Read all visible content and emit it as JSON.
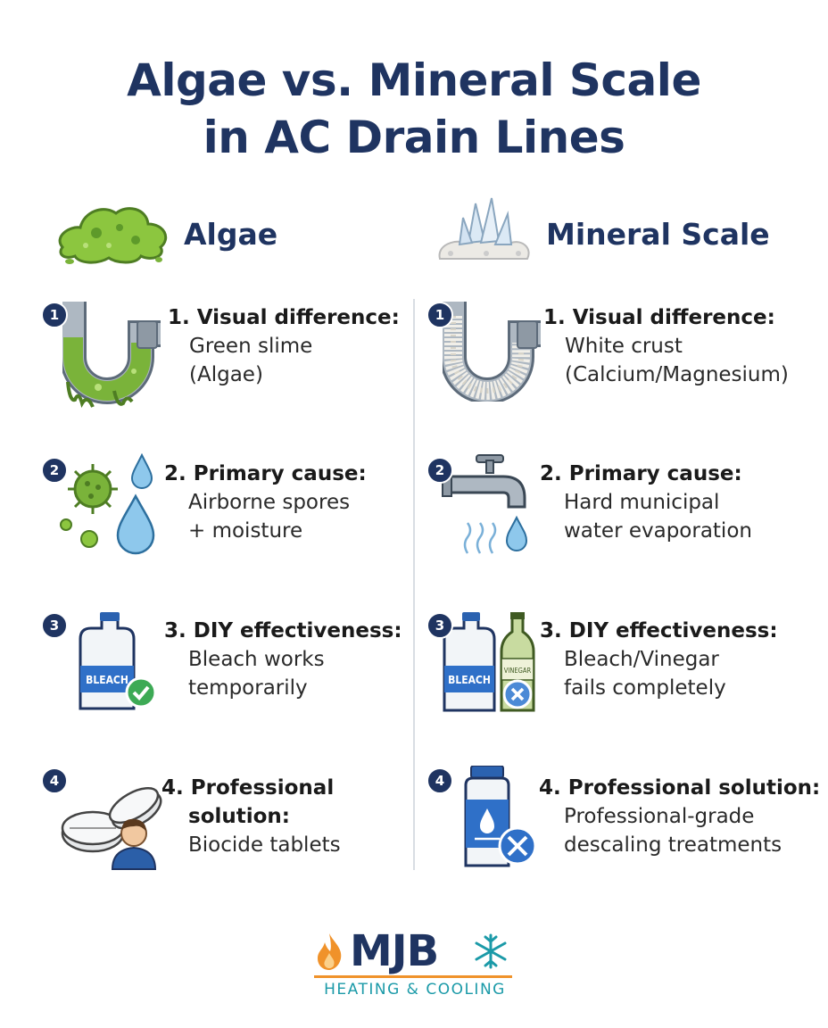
{
  "title": {
    "line1": "Algae vs. Mineral Scale",
    "line2": "in AC Drain Lines"
  },
  "columns": {
    "left": {
      "heading": "Algae",
      "items": [
        {
          "num": "1",
          "head": "1. Visual difference:",
          "lines": [
            "Green slime",
            "(Algae)"
          ]
        },
        {
          "num": "2",
          "head": "2. Primary cause:",
          "lines": [
            "Airborne spores",
            "+ moisture"
          ]
        },
        {
          "num": "3",
          "head": "3. DIY effectiveness:",
          "lines": [
            "Bleach works",
            "temporarily"
          ],
          "bottle_label": "BLEACH"
        },
        {
          "num": "4",
          "head_lines": [
            "4. Professional",
            "solution:"
          ],
          "lines": [
            "Biocide tablets"
          ]
        }
      ]
    },
    "right": {
      "heading": "Mineral Scale",
      "items": [
        {
          "num": "1",
          "head": "1. Visual difference:",
          "lines": [
            "White crust",
            "(Calcium/Magnesium)"
          ]
        },
        {
          "num": "2",
          "head": "2. Primary cause:",
          "lines": [
            "Hard municipal",
            "water evaporation"
          ]
        },
        {
          "num": "3",
          "head": "3. DIY effectiveness:",
          "lines": [
            "Bleach/Vinegar",
            "fails completely"
          ],
          "bottle_label": "BLEACH",
          "vinegar_label": "VINEGAR"
        },
        {
          "num": "4",
          "head": "4. Professional solution:",
          "lines": [
            "Professional-grade",
            "descaling treatments"
          ]
        }
      ]
    }
  },
  "logo": {
    "name": "MJB",
    "tagline": "HEATING & COOLING"
  },
  "colors": {
    "navy": "#1f3461",
    "algae_green": "#7ab33a",
    "scale_white": "#f1efe9",
    "accent_orange": "#f0922a",
    "accent_teal": "#1b9aa8"
  },
  "icons": [
    "algae-blob-icon",
    "crystal-pile-icon",
    "slimy-pipe-icon",
    "crusted-pipe-icon",
    "spore-droplet-icon",
    "faucet-drip-icon",
    "bleach-check-icon",
    "bleach-vinegar-x-icon",
    "tablets-technician-icon",
    "bottle-wrench-icon",
    "flame-icon",
    "snowflake-icon"
  ]
}
